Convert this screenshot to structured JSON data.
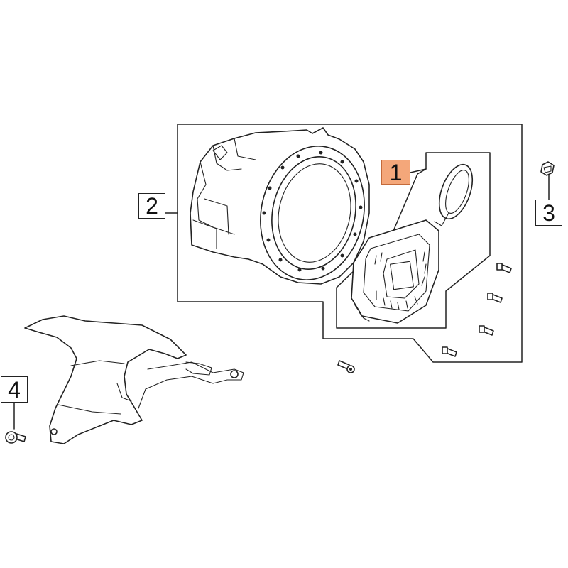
{
  "diagram": {
    "colors": {
      "line": "#222222",
      "highlight_fill": "#f4a77a",
      "highlight_border": "#c46a3a",
      "background": "#ffffff"
    },
    "callouts": {
      "part_1": "1",
      "part_2": "2",
      "part_3": "3",
      "part_4": "4"
    }
  }
}
